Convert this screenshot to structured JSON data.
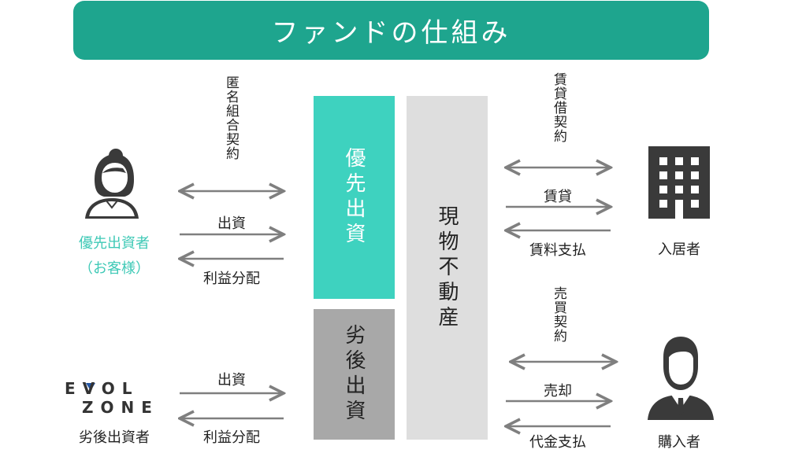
{
  "title": "ファンドの仕組み",
  "investors": {
    "senior": {
      "label": "優先出資者",
      "sublabel": "（お客様）"
    },
    "junior": {
      "label": "劣後出資者",
      "logo_top": "EVOL",
      "logo_bottom": "ZONE"
    }
  },
  "flows": {
    "anonymous_partnership": "匿名組合契約",
    "senior_investment": "出資",
    "senior_distribution": "利益分配",
    "junior_investment": "出資",
    "junior_distribution": "利益分配",
    "lease_contract": "賃貸借契約",
    "lease": "賃貸",
    "rent_payment": "賃料支払",
    "sale_contract": "売買契約",
    "sale": "売却",
    "price_payment": "代金支払"
  },
  "blocks": {
    "senior_equity": "優先出資",
    "junior_equity": "劣後出資",
    "real_estate": "現物不動産"
  },
  "counterparties": {
    "tenant": "入居者",
    "buyer": "購入者"
  },
  "colors": {
    "title_bg": "#1ea58e",
    "senior_block": "#3ed2bf",
    "junior_block": "#a8a8a8",
    "real_estate_block": "#dedede",
    "senior_text": "#3ec9b6",
    "icon_dark": "#3a3a3a",
    "arrow": "#7f7f7f"
  }
}
